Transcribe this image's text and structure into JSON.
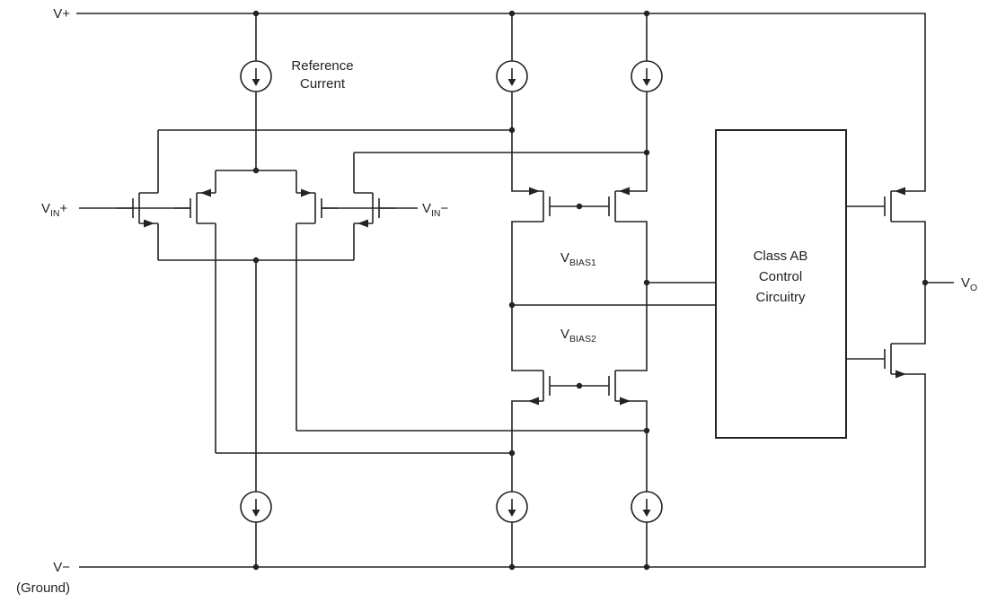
{
  "supply": {
    "v_plus": "V+",
    "v_minus": "V−",
    "ground_note": "(Ground)"
  },
  "reference_current_label": {
    "line1": "Reference",
    "line2": "Current"
  },
  "inputs": {
    "vin_plus": {
      "base": "V",
      "sub": "IN",
      "sign": "+"
    },
    "vin_minus": {
      "base": "V",
      "sub": "IN",
      "sign": "−"
    }
  },
  "bias": {
    "vbias1": {
      "base": "V",
      "sub": "BIAS1"
    },
    "vbias2": {
      "base": "V",
      "sub": "BIAS2"
    }
  },
  "output": {
    "vo": {
      "base": "V",
      "sub": "O"
    }
  },
  "class_ab_block": {
    "line1": "Class AB",
    "line2": "Control",
    "line3": "Circuitry"
  },
  "colors": {
    "wire": "#232323",
    "background": "#ffffff"
  }
}
